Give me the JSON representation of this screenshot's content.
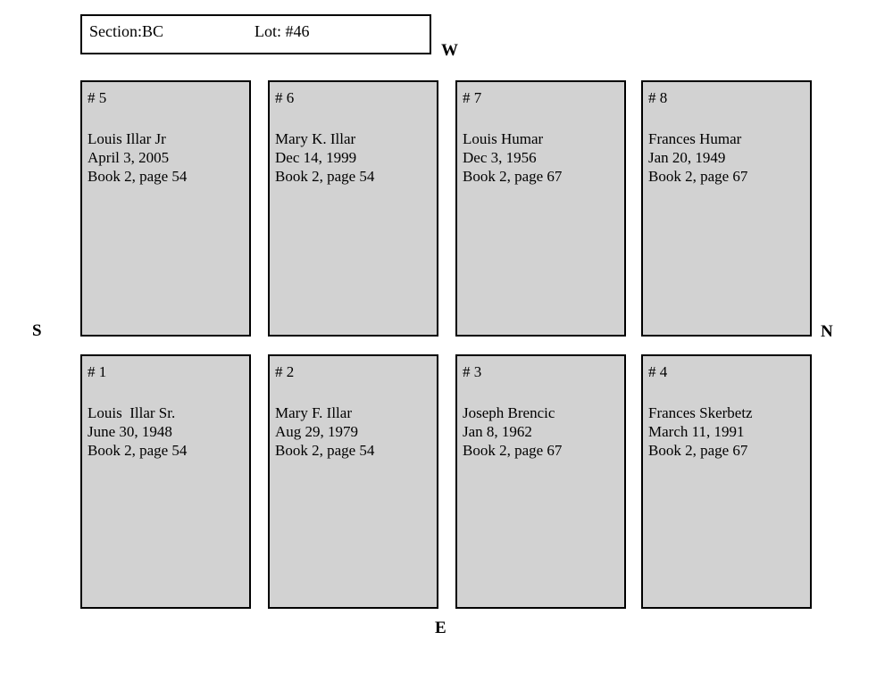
{
  "header": {
    "section_label": "Section:",
    "section_value": "BC",
    "lot_label": "Lot: #",
    "lot_value": "46"
  },
  "compass": {
    "west": "W",
    "south": "S",
    "north": "N",
    "east": "E"
  },
  "plots": [
    {
      "number": "# 5",
      "name": "Louis Illar Jr",
      "date": "April 3, 2005",
      "book": "Book 2, page 54"
    },
    {
      "number": "# 6",
      "name": "Mary K. Illar",
      "date": "Dec 14, 1999",
      "book": "Book 2, page 54"
    },
    {
      "number": "# 7",
      "name": "Louis Humar",
      "date": "Dec 3, 1956",
      "book": "Book 2, page 67"
    },
    {
      "number": "# 8",
      "name": "Frances Humar",
      "date": "Jan 20, 1949",
      "book": "Book 2, page 67"
    },
    {
      "number": "# 1",
      "name": "Louis  Illar Sr.",
      "date": "June 30, 1948",
      "book": "Book 2, page 54"
    },
    {
      "number": "# 2",
      "name": "Mary F. Illar",
      "date": "Aug 29, 1979",
      "book": "Book 2, page 54"
    },
    {
      "number": "# 3",
      "name": "Joseph Brencic",
      "date": "Jan 8, 1962",
      "book": "Book 2, page 67"
    },
    {
      "number": "# 4",
      "name": "Frances Skerbetz",
      "date": "March 11, 1991",
      "book": "Book 2, page 67"
    }
  ],
  "colors": {
    "background": "#ffffff",
    "plot_fill": "#d2d2d2",
    "border": "#000000"
  }
}
